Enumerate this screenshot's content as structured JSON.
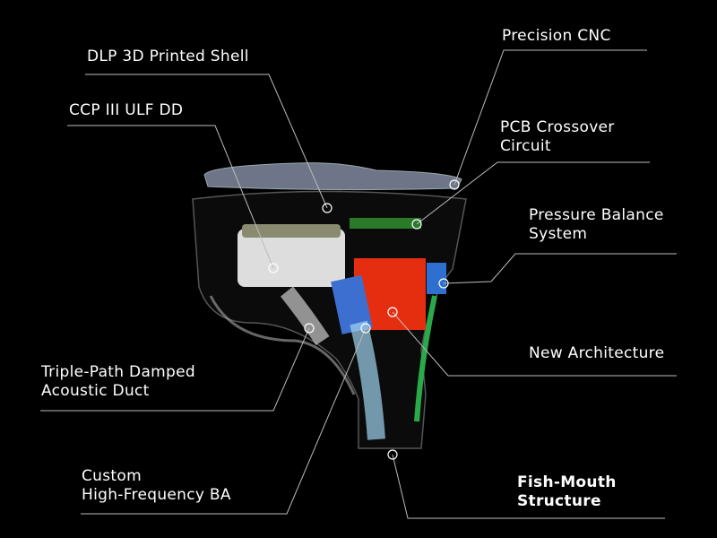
{
  "labels": {
    "dlp_shell": "DLP 3D Printed Shell",
    "precision_cnc": "Precision CNC",
    "ccp_dd": "CCP III ULF DD",
    "pcb_line1": "PCB Crossover",
    "pcb_line2": "Circuit",
    "pressure_line1": "Pressure Balance",
    "pressure_line2": "System",
    "new_architecture": "New Architecture",
    "duct_line1": "Triple-Path Damped",
    "duct_line2": "Acoustic Duct",
    "ba_line1": "Custom",
    "ba_line2": "High-Frequency BA",
    "fish_line1": "Fish-Mouth",
    "fish_line2": "Structure"
  },
  "colors": {
    "background": "#000000",
    "text": "#ffffff",
    "leader": "#bbbbbb"
  }
}
